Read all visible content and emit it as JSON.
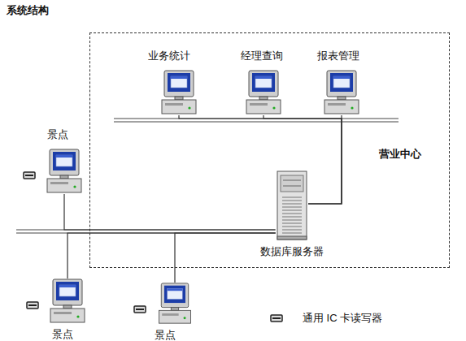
{
  "diagram": {
    "title": "系统结构",
    "nodes": [
      {
        "text": [
          "营业中心"
        ]
      },
      {
        "text": [
          "业务统计"
        ],
        "in": 0
      },
      {
        "text": [
          "经理查询"
        ],
        "in": 0
      },
      {
        "text": [
          "报表管理"
        ],
        "in": 0
      },
      {
        "text": [
          "数据库服务器"
        ],
        "in": 0
      },
      {
        "text": [
          "景点"
        ]
      },
      {
        "text": [
          "景点"
        ]
      },
      {
        "text": [
          "景点"
        ]
      }
    ],
    "edges": [
      {
        "from": 1,
        "to": 4,
        "arrow": "none"
      },
      {
        "from": 2,
        "to": 4,
        "arrow": "none"
      },
      {
        "from": 3,
        "to": 4,
        "arrow": "none"
      },
      {
        "from": 5,
        "to": 4,
        "arrow": "none"
      },
      {
        "from": 6,
        "to": 4,
        "arrow": "none"
      },
      {
        "from": 7,
        "to": 4,
        "arrow": "none"
      }
    ],
    "legend": [
      {
        "text": "通用 IC 卡读写器"
      }
    ]
  }
}
